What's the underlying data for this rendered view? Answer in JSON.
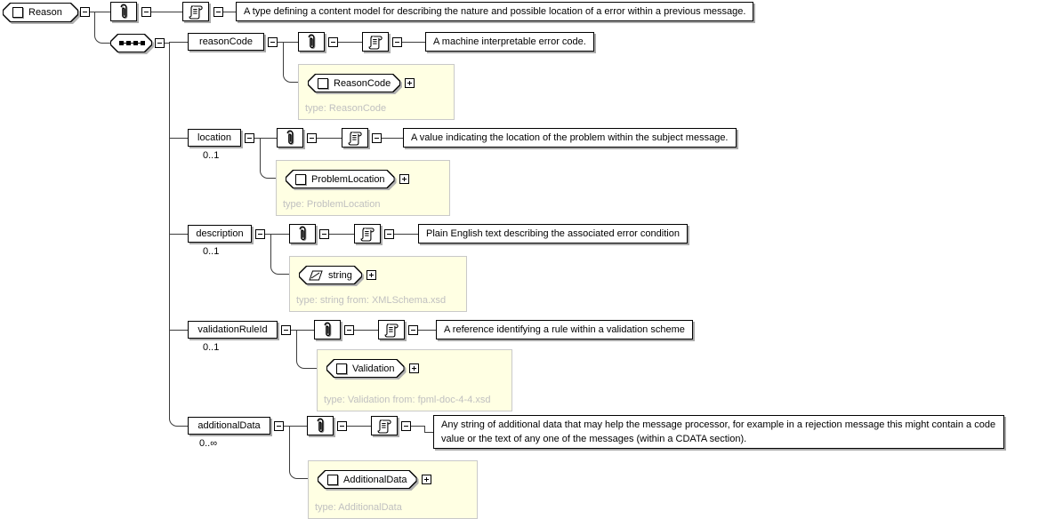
{
  "root_element": {
    "label": "Reason",
    "documentation": "A type defining a content model for describing the nature and possible location of a error within a previous message."
  },
  "compositor": {
    "kind": "sequence"
  },
  "children": [
    {
      "name": "reasonCode",
      "occurrence": "",
      "documentation": "A machine interpretable error code.",
      "type_box": {
        "label": "ReasonCode",
        "note": "type: ReasonCode"
      }
    },
    {
      "name": "location",
      "occurrence": "0..1",
      "documentation": "A value indicating the location of the problem within the subject message.",
      "type_box": {
        "label": "ProblemLocation",
        "note": "type: ProblemLocation"
      }
    },
    {
      "name": "description",
      "occurrence": "0..1",
      "documentation": "Plain English text describing the associated error condition",
      "type_box": {
        "label": "string",
        "note": "type: string from: XMLSchema.xsd"
      }
    },
    {
      "name": "validationRuleId",
      "occurrence": "0..1",
      "documentation": "A reference identifying a rule within a validation scheme",
      "type_box": {
        "label": "Validation",
        "note": "type: Validation from: fpml-doc-4-4.xsd"
      }
    },
    {
      "name": "additionalData",
      "occurrence": "0..∞",
      "documentation": "Any string of additional data that may help the message processor, for example in a rejection message this might contain a code value or the text of any one of the messages (within a CDATA section).",
      "type_box": {
        "label": "AdditionalData",
        "note": "type: AdditionalData"
      }
    }
  ],
  "colors": {
    "note_bg": "#FFFFE3",
    "note_border": "#C9C9C9",
    "note_type_text": "#C0C0C0",
    "box_shadow": "#AAAAAA",
    "connector": "#3C3C3C"
  }
}
